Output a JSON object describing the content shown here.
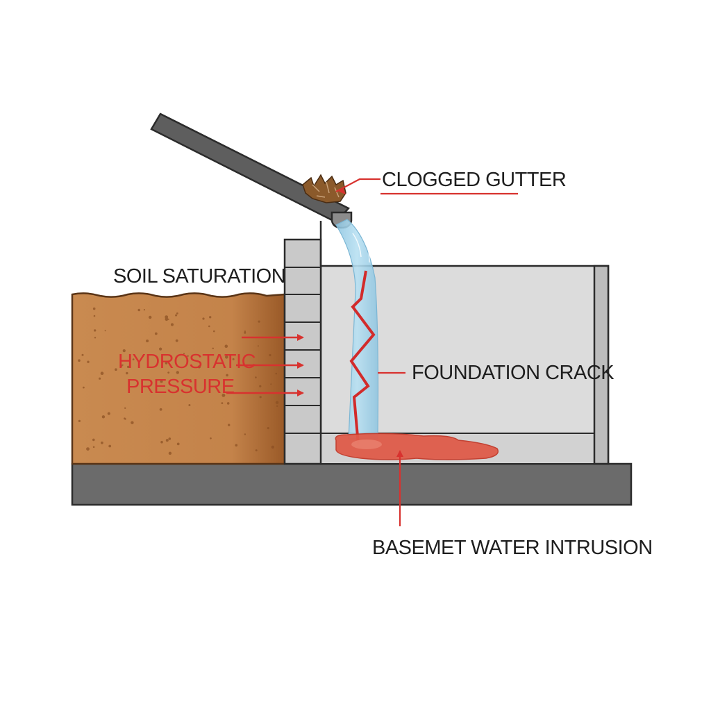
{
  "labels": {
    "clogged_gutter": "CLOGGED GUTTER",
    "soil_saturation": "SOIL SATURATION",
    "hydrostatic_line1": "HYDROSTATIC",
    "hydrostatic_line2": "PRESSURE",
    "foundation_crack": "FOUNDATION CRACK",
    "water_intrusion": "BASEMET WATER INTRUSION"
  },
  "colors": {
    "soil": "#c98a50",
    "soil_dark": "#8a4f22",
    "wall_gray": "#c9c9c9",
    "basement_fill": "#dcdcdc",
    "slab": "#6b6b6b",
    "water": "#9ccfe6",
    "puddle": "#df5b4a",
    "accent_red": "#d8322f",
    "leaves": "#8b5a2b"
  }
}
